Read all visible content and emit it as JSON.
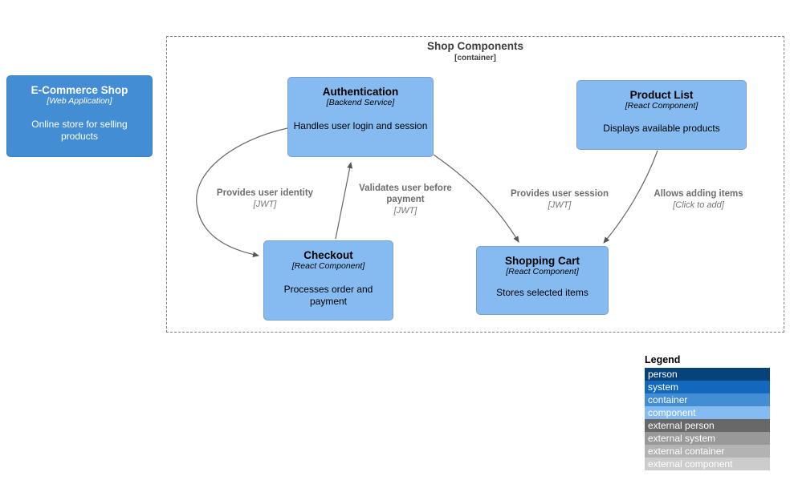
{
  "boundary": {
    "title": "Shop Components",
    "subtitle": "[container]"
  },
  "nodes": {
    "shop": {
      "title": "E-Commerce Shop",
      "subtitle": "[Web Application]",
      "description": "Online store for selling products"
    },
    "authentication": {
      "title": "Authentication",
      "subtitle": "[Backend Service]",
      "description": "Handles user login and session"
    },
    "product_list": {
      "title": "Product List",
      "subtitle": "[React Component]",
      "description": "Displays available products"
    },
    "checkout": {
      "title": "Checkout",
      "subtitle": "[React Component]",
      "description": "Processes order and payment"
    },
    "shopping_cart": {
      "title": "Shopping Cart",
      "subtitle": "[React Component]",
      "description": "Stores selected items"
    }
  },
  "edges": [
    {
      "from": "Authentication",
      "to": "Checkout",
      "label": "Provides user identity",
      "sublabel": "[JWT]"
    },
    {
      "from": "Checkout",
      "to": "Authentication",
      "label": "Validates user before payment",
      "sublabel": "[JWT]"
    },
    {
      "from": "Authentication",
      "to": "Shopping Cart",
      "label": "Provides user session",
      "sublabel": "[JWT]"
    },
    {
      "from": "Product List",
      "to": "Shopping Cart",
      "label": "Allows adding items",
      "sublabel": "[Click to add]"
    }
  ],
  "legend": {
    "title": "Legend",
    "items": [
      {
        "label": "person",
        "color": "#08427B"
      },
      {
        "label": "system",
        "color": "#1168BD"
      },
      {
        "label": "container",
        "color": "#438DD5"
      },
      {
        "label": "component",
        "color": "#85BBF0"
      },
      {
        "label": "external person",
        "color": "#686868"
      },
      {
        "label": "external system",
        "color": "#999999"
      },
      {
        "label": "external container",
        "color": "#B3B3B3"
      },
      {
        "label": "external component",
        "color": "#CCCCCC"
      }
    ]
  },
  "colors": {
    "container_fill": "#438DD5",
    "component_fill": "#85BBF0",
    "arrow": "#666666"
  }
}
